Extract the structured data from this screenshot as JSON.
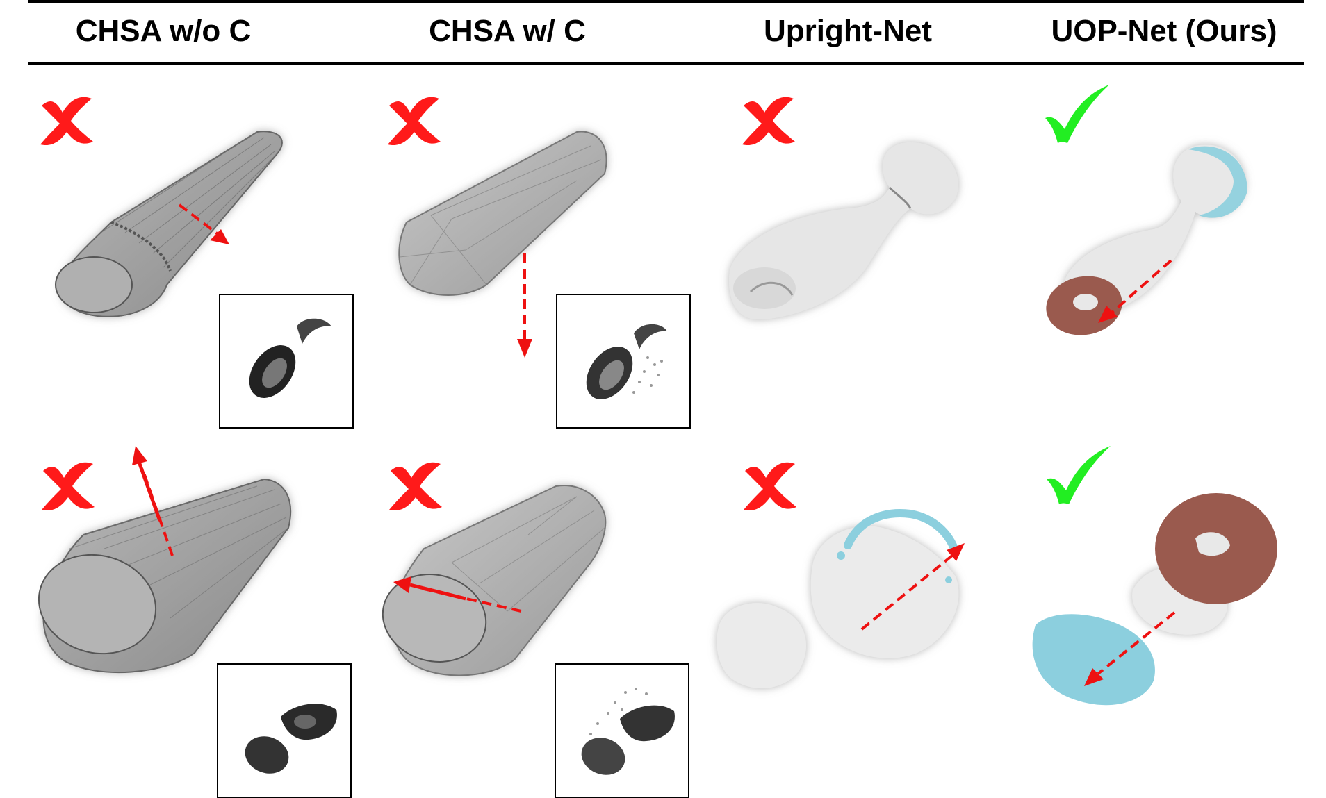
{
  "columns": [
    {
      "id": "chsa-wo-c",
      "label": "CHSA w/o C"
    },
    {
      "id": "chsa-w-c",
      "label": "CHSA w/ C"
    },
    {
      "id": "upright-net",
      "label": "Upright-Net"
    },
    {
      "id": "uop-net",
      "label": "UOP-Net (Ours)"
    }
  ],
  "rows": [
    {
      "results": [
        "fail",
        "fail",
        "fail",
        "success"
      ]
    },
    {
      "results": [
        "fail",
        "fail",
        "fail",
        "success"
      ]
    }
  ],
  "colors": {
    "fail": "#ff1a1a",
    "success": "#22ee22",
    "arrow": "#ee1111",
    "mesh": "#9a9a9a",
    "cloud": "#e8e8e8",
    "support_blue": "#8ccfde",
    "support_brown": "#9a5a4e"
  }
}
